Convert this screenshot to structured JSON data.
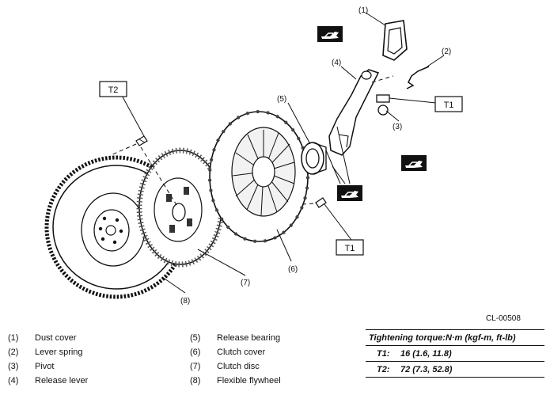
{
  "diagram": {
    "code": "CL-00508",
    "callouts": [
      "(1)",
      "(2)",
      "(3)",
      "(4)",
      "(5)",
      "(6)",
      "(7)",
      "(8)"
    ],
    "torque_boxes": [
      "T2",
      "T1",
      "T1"
    ]
  },
  "legend": [
    {
      "num": "(1)",
      "label": "Dust cover"
    },
    {
      "num": "(2)",
      "label": "Lever spring"
    },
    {
      "num": "(3)",
      "label": "Pivot"
    },
    {
      "num": "(4)",
      "label": "Release lever"
    },
    {
      "num": "(5)",
      "label": "Release bearing"
    },
    {
      "num": "(6)",
      "label": "Clutch cover"
    },
    {
      "num": "(7)",
      "label": "Clutch disc"
    },
    {
      "num": "(8)",
      "label": "Flexible flywheel"
    }
  ],
  "torque": {
    "title": "Tightening torque:N·m (kgf-m, ft-lb)",
    "rows": [
      {
        "key": "T1:",
        "value": "16 (1.6, 11.8)"
      },
      {
        "key": "T2:",
        "value": "72 (7.3, 52.8)"
      }
    ]
  },
  "icons": [
    "grease-icon",
    "grease-icon",
    "grease-icon"
  ]
}
